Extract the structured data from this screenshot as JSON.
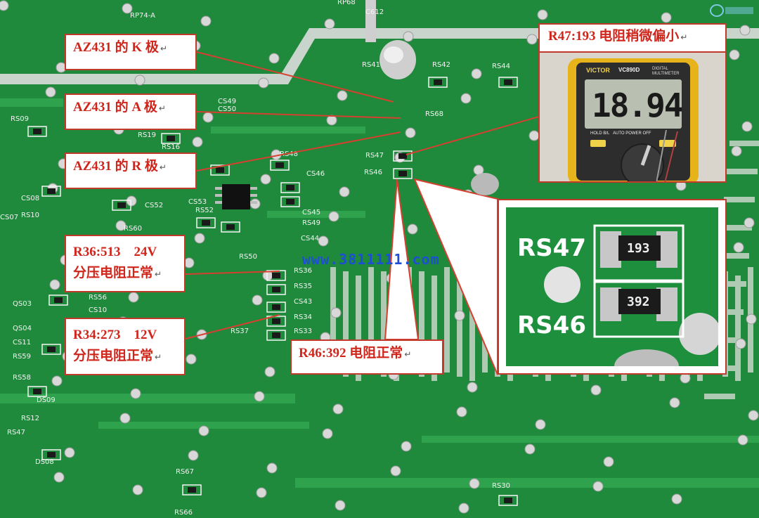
{
  "labels": {
    "k_pole": "AZ431 的 K 极",
    "a_pole": "AZ431 的 A 极",
    "r_pole": "AZ431 的 R 极",
    "r36_line1": "R36:513    24V",
    "r36_line2": "分压电阻正常",
    "r34_line1": "R34:273    12V",
    "r34_line2": "分压电阻正常",
    "r46": "R46:392 电阻正常",
    "r47": "R47:193 电阻稍微偏小"
  },
  "watermark": "www.3811111.com",
  "meter": {
    "brand": "VICTOR",
    "model": "VC890D",
    "model_sub": "DIGITAL MULTIMETER",
    "reading": "18.94",
    "hold": "HOLD B/L",
    "power": "AUTO POWER OFF"
  },
  "zoom": {
    "upper_ref": "RS47",
    "lower_ref": "RS46",
    "upper_code": "193",
    "lower_code": "392"
  },
  "silkscreen": [
    "RP74-A",
    "RS41",
    "RS42",
    "RS44",
    "RS68",
    "RS47",
    "RS46",
    "CS49",
    "CS50",
    "RS09",
    "RS19",
    "RS16",
    "RS48",
    "CS46",
    "CS08",
    "RS10",
    "CS07",
    "CS52",
    "RS52",
    "CS53",
    "CS45",
    "RS49",
    "CS44",
    "RS60",
    "RS50",
    "RS36",
    "RS35",
    "CS43",
    "RS34",
    "RS33",
    "RS37",
    "RS56",
    "CS10",
    "QS03",
    "QS04",
    "CS11",
    "RS59",
    "RS58",
    "DS09",
    "RS12",
    "RS47",
    "DS08",
    "RS67",
    "RS66",
    "RS30",
    "RP68",
    "C612"
  ],
  "colors": {
    "board": "#1f8a3c",
    "trace": "#34a452",
    "label_border": "#c0392b",
    "label_text": "#d0251b",
    "watermark": "#1d4fd6"
  }
}
